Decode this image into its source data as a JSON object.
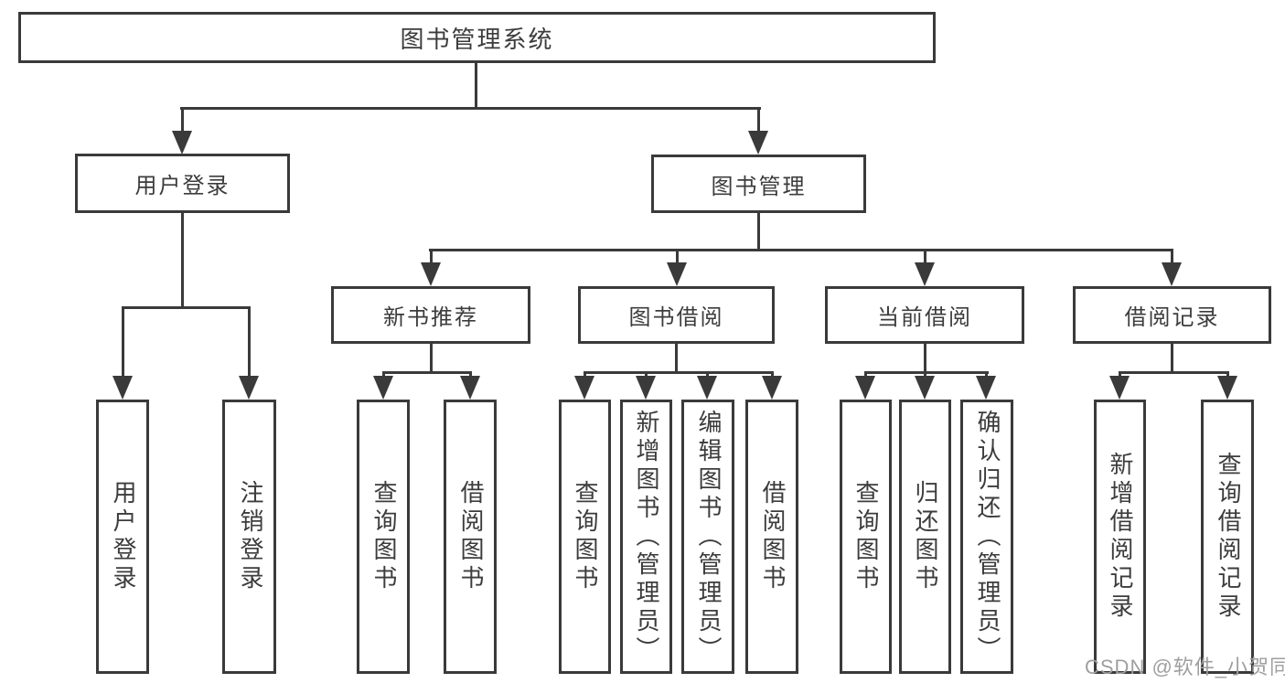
{
  "root": {
    "label": "图书管理系统"
  },
  "branches": {
    "user": {
      "label": "用户登录",
      "leaves": [
        {
          "label": "用户登录"
        },
        {
          "label": "注销登录"
        }
      ]
    },
    "book": {
      "label": "图书管理",
      "groups": [
        {
          "label": "新书推荐",
          "leaves": [
            {
              "label": "查询图书"
            },
            {
              "label": "借阅图书"
            }
          ]
        },
        {
          "label": "图书借阅",
          "leaves": [
            {
              "label": "查询图书"
            },
            {
              "label": "新增图书（管理员）"
            },
            {
              "label": "编辑图书（管理员）"
            },
            {
              "label": "借阅图书"
            }
          ]
        },
        {
          "label": "当前借阅",
          "leaves": [
            {
              "label": "查询图书"
            },
            {
              "label": "归还图书"
            },
            {
              "label": "确认归还（管理员）"
            }
          ]
        },
        {
          "label": "借阅记录",
          "leaves": [
            {
              "label": "新增借阅记录"
            },
            {
              "label": "查询借阅记录"
            }
          ]
        }
      ]
    }
  },
  "watermark": {
    "text": "CSDN @软件_小贺同学"
  },
  "colors": {
    "line": "#3a3a3a",
    "text": "#3c3c3c",
    "box_background": "#ffffff",
    "page_background": "#ffffff",
    "watermark": "#9f9f9f"
  }
}
